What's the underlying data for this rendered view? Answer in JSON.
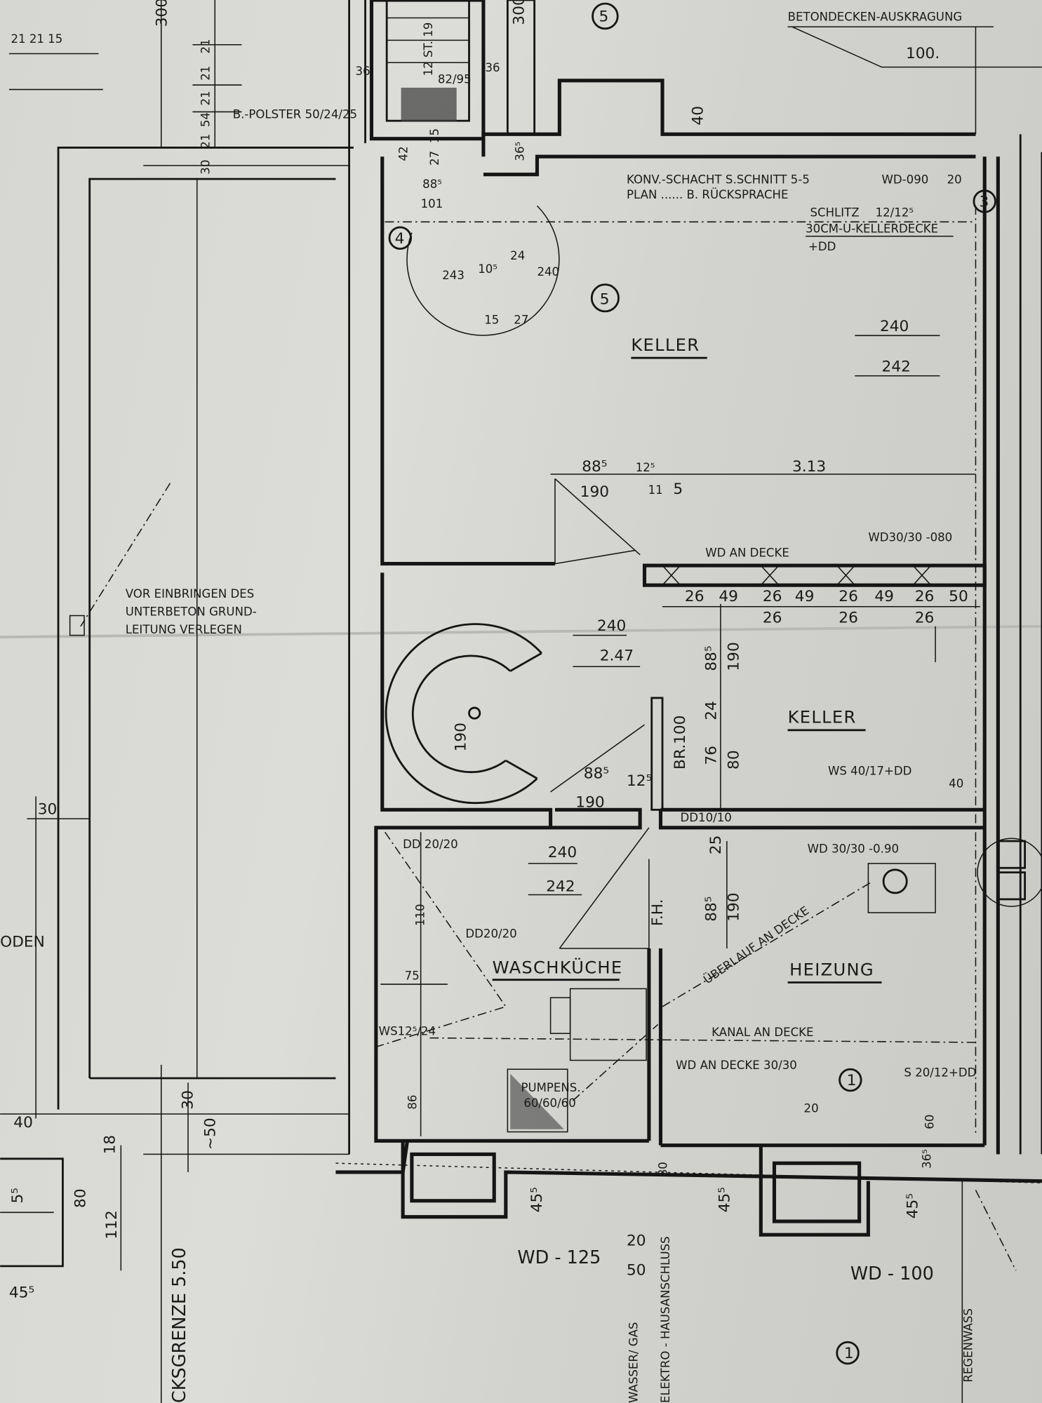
{
  "rooms": {
    "keller_top": "KELLER",
    "keller_mid": "KELLER",
    "waschkueche": "WASCHKÜCHE",
    "heizung": "HEIZUNG"
  },
  "notes": {
    "betondecke": "BETONDECKEN-AUSKRAGUNG",
    "konv_line1": "KONV.-SCHACHT  S.SCHNITT 5-5",
    "konv_line2": "PLAN ......  B. RÜCKSPRACHE",
    "schlitz": "SCHLITZ",
    "schlitz_dim": "12/12⁵",
    "kellerdecke": "30CM-U-KELLERDECKE",
    "plus_dd": "+DD",
    "wd_090": "WD-090",
    "b_polster": "B.-POLSTER 50/24/25",
    "vor_einbringen_1": "VOR EINBRINGEN  DES",
    "vor_einbringen_2": "UNTERBETON  GRUND-",
    "vor_einbringen_3": "LEITUNG  VERLEGEN",
    "wd_an_decke": "WD  AN  DECKE",
    "wd_30_30_top": "WD30/30   -080",
    "ws_40_17": "WS  40/17+DD",
    "dd_10_10": "DD10/10",
    "dd_20_20_a": "DD  20/20",
    "dd_20_20_b": "DD20/20",
    "wd_30_30_heiz": "WD  30/30   -0.90",
    "ueberlauf": "ÜBERLAUF  AN DECKE",
    "kanal": "KANAL  AN  DECKE",
    "wd_an_decke_30": "WD  AN DECKE 30/30",
    "ws_12": "WS12⁵/24",
    "pumpens_1": "PUMPENS.",
    "pumpens_2": "60/60/60",
    "s_20_12": "S 20/12+DD",
    "fh": "F.H.",
    "br100": "BR.100",
    "wd_125": "WD - 125",
    "wd_100": "WD - 100",
    "grenze": "CKSGRENZE 5.50",
    "wasser_gas": "WASSER/ GAS",
    "elektro": "ELEKTRO - HAUSANSCHLUSS",
    "regenwasser": "REGENWASS",
    "stair": "12 ST. 19",
    "stair_dim": "82/95",
    "oden": "ODEN"
  },
  "section_markers": [
    "5",
    "4",
    "5",
    "3",
    "1",
    "1"
  ],
  "dimensions": {
    "d300a": "300",
    "d300b": "300",
    "d212115": "21 21 15",
    "d21a": "21",
    "d21b": "21",
    "d21c": "21",
    "d54": "54",
    "d21d": "21",
    "d30a": "30",
    "d36a": "36",
    "d36b": "36",
    "d42": "42",
    "d15": "15",
    "d27": "27",
    "d885top": "88⁵",
    "d101": "101",
    "d365": "36⁵",
    "d40": "40",
    "d100": "100.",
    "d20": "20",
    "d24": "24",
    "d243": "243",
    "d105": "10⁵",
    "d240r": "240",
    "d15b": "15",
    "d27b": "27",
    "d240a": "240",
    "d242a": "242",
    "d885a": "88⁵",
    "d190a": "190",
    "d125a": "12⁵",
    "d115": "11",
    "d5": "5",
    "d313": "3.13",
    "seg": [
      "26",
      "49",
      "26",
      "49",
      "26",
      "49",
      "26",
      "50"
    ],
    "seg_below": [
      "26",
      "26",
      "26"
    ],
    "d240b": "240",
    "d247": "2.47",
    "d190c": "190",
    "d885b": "88⁵",
    "d190b": "190",
    "d24v": "24",
    "d76": "76",
    "d80": "80",
    "d885c": "88⁵",
    "d190d": "190",
    "d125b": "12⁵",
    "d40b": "40",
    "d30b": "30",
    "d240c": "240",
    "d242c": "242",
    "d110": "110",
    "d25": "25",
    "d885e": "88⁵",
    "d190e": "190",
    "d75": "75",
    "d86": "86",
    "d20b": "20",
    "d60": "60",
    "d30c": "30",
    "d50": "~50",
    "d40c": "40",
    "d55": "5⁵",
    "d80b": "80",
    "d112": "112",
    "d455": "45⁵",
    "d18": "18",
    "d455a": "45⁵",
    "d455b": "45⁵",
    "d455c": "45⁵",
    "d20c": "20",
    "d50b": "50",
    "d80c": "80",
    "d365b": "36⁵"
  }
}
